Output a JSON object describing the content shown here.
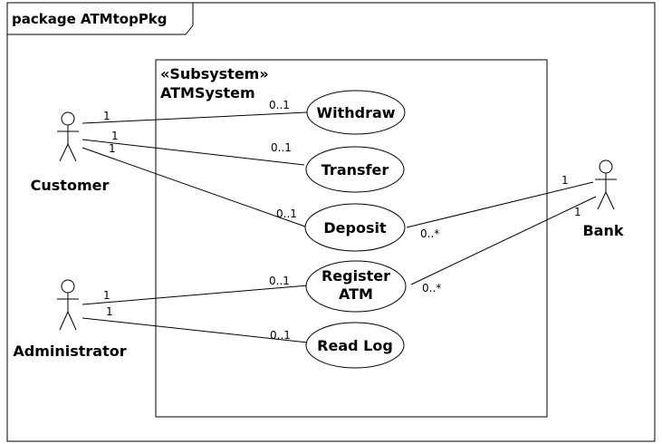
{
  "package": {
    "keyword": "package",
    "name": "ATMtopPkg"
  },
  "subsystem": {
    "stereotype": "«Subsystem»",
    "name": "ATMSystem"
  },
  "actors": {
    "customer": "Customer",
    "administrator": "Administrator",
    "bank": "Bank"
  },
  "use_cases": {
    "withdraw": "Withdraw",
    "transfer": "Transfer",
    "deposit": "Deposit",
    "register_line1": "Register",
    "register_line2": "ATM",
    "read_log": "Read Log"
  },
  "multiplicities": {
    "customer_withdraw_actor": "1",
    "customer_withdraw_uc": "0..1",
    "customer_transfer_actor": "1",
    "customer_transfer_uc": "0..1",
    "customer_deposit_actor": "1",
    "customer_deposit_uc": "0..1",
    "admin_register_actor": "1",
    "admin_register_uc": "0..1",
    "admin_readlog_actor": "1",
    "admin_readlog_uc": "0..1",
    "bank_deposit_actor": "1",
    "bank_deposit_uc": "0..*",
    "bank_register_actor": "1",
    "bank_register_uc": "0..*"
  }
}
